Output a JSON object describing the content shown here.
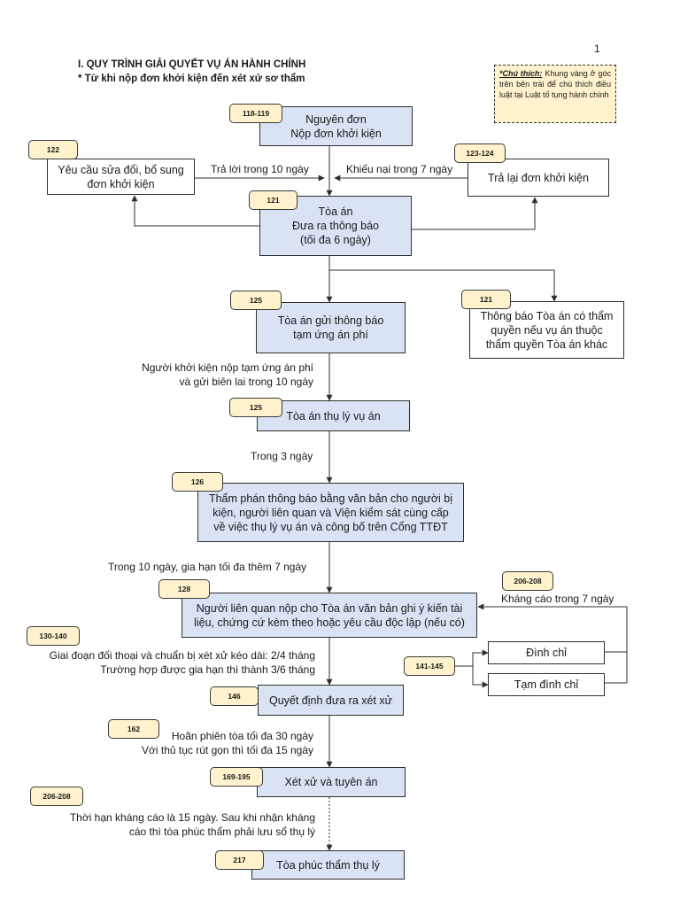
{
  "page_number": "1",
  "heading": {
    "title": "I. QUY TRÌNH GIẢI QUYẾT VỤ ÁN HÀNH CHÍNH",
    "subtitle": "* Từ khi nộp đơn khởi kiện đến xét xử sơ thẩm"
  },
  "legend_note": {
    "label": "*Chú thích:",
    "text": "Khung vàng ở góc trên bên trái để chú thích điều luật tại Luật tố tụng hành chính"
  },
  "colors": {
    "main_box": "#dae3f3",
    "article_tag": "#fff2cc",
    "line": "#2f2f2f"
  },
  "boxes": {
    "nguyen_don": {
      "tag": "118-119",
      "lines": [
        "Nguyên đơn",
        "Nộp đơn khởi kiện"
      ]
    },
    "sua_doi": {
      "tag": "122",
      "lines": [
        "Yêu cầu sửa đổi, bổ sung",
        "đơn khởi kiện"
      ]
    },
    "tra_lai": {
      "tag": "123-124",
      "lines": [
        "Trả lại đơn khởi kiện"
      ]
    },
    "toa_an": {
      "tag": "121",
      "lines": [
        "Tòa án",
        "Đưa ra thông báo",
        "(tối đa 6 ngày)"
      ]
    },
    "tam_ung": {
      "tag": "125",
      "lines": [
        "Tòa án gửi thông báo",
        "tạm ứng án phí"
      ]
    },
    "tham_quyen": {
      "tag": "121",
      "lines": [
        "Thông báo Tòa án có thẩm",
        "quyền nếu vụ án thuộc",
        "thẩm quyền Tòa án khác"
      ]
    },
    "thu_ly": {
      "tag": "125",
      "lines": [
        "Tòa án thụ lý vụ án"
      ]
    },
    "tham_phan": {
      "tag": "126",
      "lines": [
        "Thẩm phán  thông báo bằng văn bản cho người bị",
        "kiện, người liên quan và Viện kiểm sát cùng cấp",
        "về việc thụ lý vụ án và công bố trên Cổng TTĐT"
      ]
    },
    "lien_quan": {
      "tag": "128",
      "lines": [
        "Người liên quan nộp cho Tòa án văn bản ghi ý kiến tài",
        "liệu, chứng cứ kèm theo hoặc yêu cầu độc lập (nếu có)"
      ]
    },
    "dinh_chi": {
      "lines": [
        "Đình chỉ"
      ]
    },
    "tam_dinh_chi": {
      "lines": [
        "Tạm đình chỉ"
      ]
    },
    "quyet_dinh": {
      "tag": "146",
      "lines": [
        "Quyết định đưa ra xét xử"
      ]
    },
    "xet_xu": {
      "tag": "169-195",
      "lines": [
        "Xét xử và tuyên án"
      ]
    },
    "phuc_tham": {
      "tag": "217",
      "lines": [
        "Tòa phúc thẩm thụ lý"
      ]
    }
  },
  "edge_labels": {
    "tra_loi": "Trả lời trong 10 ngày",
    "khieu_nai": "Khiếu nại trong 7 ngày",
    "nop_tam_ung": [
      "Người khởi kiện nộp tạm ứng án phí",
      "và gửi biên lai trong 10 ngày"
    ],
    "trong_3_ngay": "Trong 3 ngày",
    "trong_10_ngay": "Trong 10 ngày, gia hạn tối đa thêm 7 ngày",
    "khang_cao": "Kháng cáo trong 7 ngày",
    "doi_thoai": [
      "Giai đoạn đối thoại và chuẩn bị xét xử kéo dài: 2/4 tháng",
      "Trường hợp được gia hạn thì thành 3/6 tháng"
    ],
    "hoan_phien": [
      "Hoãn phiên tòa tối đa 30 ngày",
      "Với thủ tục rút gọn thì tối đa 15 ngày"
    ],
    "thoi_han_khang_cao": [
      "Thời hạn kháng cáo là 15 ngày. Sau khi nhận kháng",
      "cáo thì tòa phúc thẩm phải lưu sổ thụ lý"
    ]
  },
  "label_tags": {
    "khang_cao": "206-208",
    "doi_thoai": "130-140",
    "dinh_chi": "141-145",
    "hoan_phien": "162",
    "thoi_han_khang_cao": "206-208"
  }
}
